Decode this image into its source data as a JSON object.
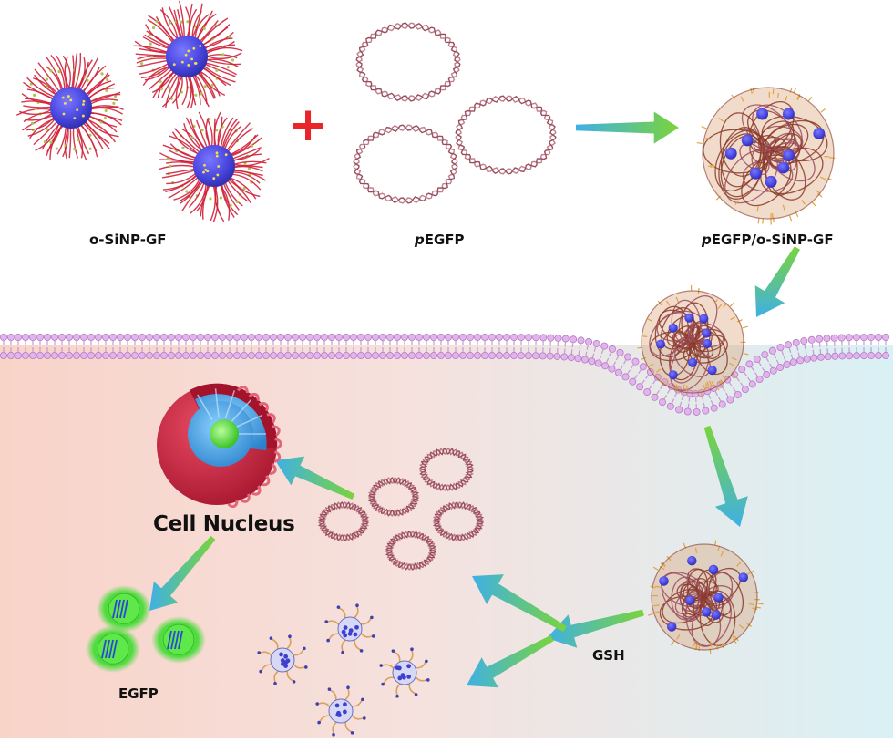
{
  "labels": {
    "nanoparticle": "o-SiNP-GF",
    "plasmid": "pEGFP",
    "plasmid_prefix": "p",
    "plasmid_rest": "EGFP",
    "complex_prefix": "p",
    "complex_rest": "EGFP/o-SiNP-GF",
    "nucleus": "Cell Nucleus",
    "trigger": "GSH",
    "protein": "EGFP"
  },
  "operator": "+",
  "colors": {
    "extracellular": "#ffffff",
    "cytoplasm_left": "#f8d3c8",
    "cytoplasm_right": "#d9f1f5",
    "membrane_head": "#e2b4ec",
    "membrane_head_edge": "#b57ac5",
    "membrane_tail": "#c79ad3",
    "silica_core": "#4a47e0",
    "polymer_red": "#d0203a",
    "polymer_green": "#a8c84a",
    "plasmid": "#9b4d5e",
    "complex_brown": "#8a3a28",
    "nucleus_red": "#c41f3c",
    "nucleus_blue": "#49a7e8",
    "nucleolus_green": "#59d63f",
    "egfp_green": "#4cdc3c",
    "arrow_green": "#7ad43a",
    "arrow_blue": "#3fb0e6",
    "plus_red": "#e8262a"
  },
  "icons": [
    "nanoparticle-icon",
    "plasmid-ring-icon",
    "complex-icon",
    "cell-membrane-icon",
    "nucleus-icon",
    "egfp-protein-icon",
    "degraded-particle-icon",
    "process-arrow-icon"
  ]
}
